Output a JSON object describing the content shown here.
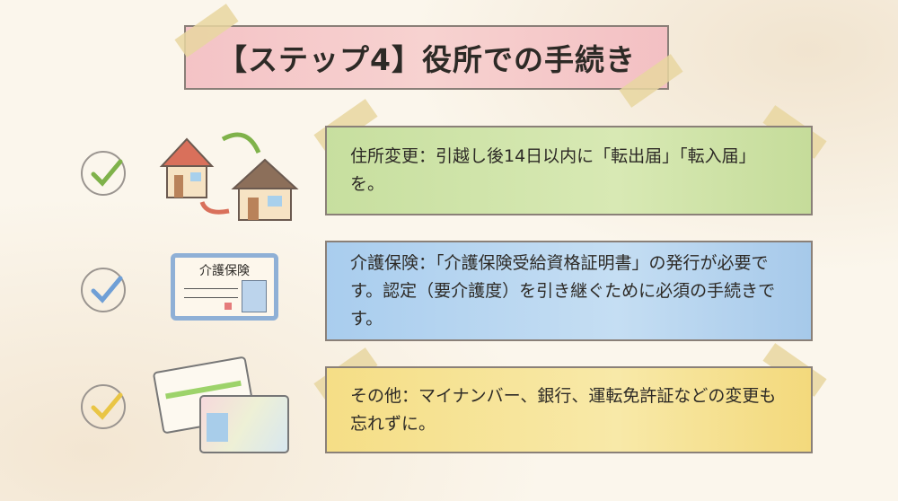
{
  "title": "【ステップ4】役所での手続き",
  "items": [
    {
      "text": "住所変更：引越し後14日以内に「転出届」「転入届」を。",
      "color": "#7fb24a",
      "icon": "houses-move-icon"
    },
    {
      "text": "介護保険：「介護保険受給資格証明書」の発行が必要です。認定（要介護度）を引き継ぐために必須の手続きです。",
      "color": "#6f9fd6",
      "icon": "insurance-card-icon",
      "card_label": "介護保険"
    },
    {
      "text": "その他：マイナンバー、銀行、運転免許証などの変更も忘れずに。",
      "color": "#e9c545",
      "icon": "id-cards-icon"
    }
  ]
}
